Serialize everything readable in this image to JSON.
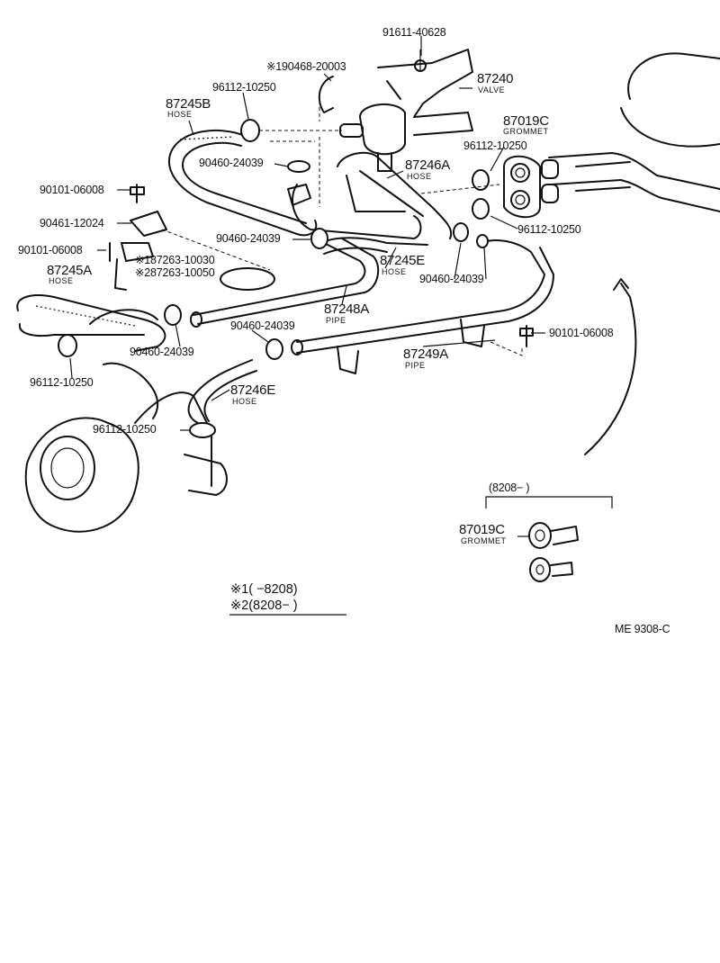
{
  "labels": {
    "p91611_40628": "91611-40628",
    "p190468_20003": "※190468-20003",
    "p87240": "87240",
    "valve": "VALVE",
    "p96112_10250_a": "96112-10250",
    "p87245B": "87245B",
    "hose_b": "HOSE",
    "p87019C": "87019C",
    "grommet": "GROMMET",
    "p96112_10250_b": "96112-10250",
    "p90460_24039_a": "90460-24039",
    "p87246A": "87246A",
    "hose_a": "HOSE",
    "p90101_06008_a": "90101-06008",
    "p90461_12024": "90461-12024",
    "p96112_10250_c": "96112-10250",
    "p90101_06008_b": "90101-06008",
    "p90460_24039_b": "90460-24039",
    "p187263_10030": "※187263-10030",
    "p287263_10050": "※287263-10050",
    "p87245E": "87245E",
    "hose_e": "HOSE",
    "p87245A": "87245A",
    "hose_a2": "HOSE",
    "p90460_24039_c": "90460-24039",
    "p87248A": "87248A",
    "pipe_a": "PIPE",
    "p90460_24039_d": "90460-24039",
    "p90101_06008_c": "90101-06008",
    "p90460_24039_e": "90460-24039",
    "p87249A": "87249A",
    "pipe_b": "PIPE",
    "p96112_10250_d": "96112-10250",
    "p87246E": "87246E",
    "hose_e2": "HOSE",
    "p96112_10250_e": "96112-10250",
    "inset_range": "(8208−         )",
    "p87019C_2": "87019C",
    "grommet_2": "GROMMET",
    "legend_1": "※1(         −8208)",
    "legend_2": "※2(8208−         )",
    "figure_code": "ME  9308-C"
  }
}
